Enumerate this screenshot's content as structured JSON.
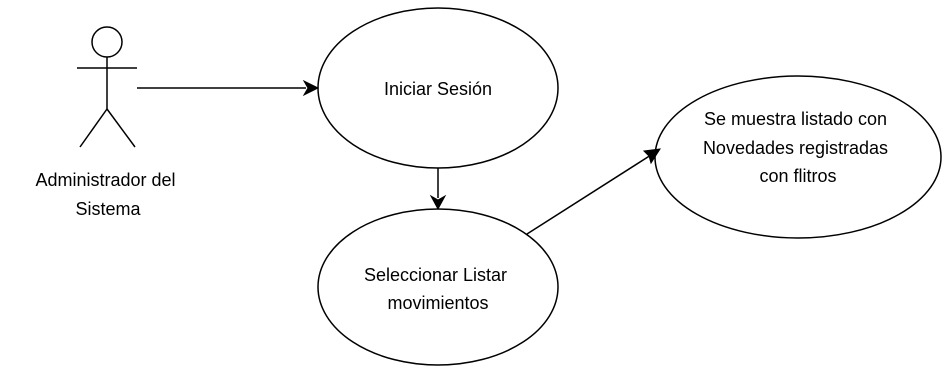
{
  "actor": {
    "name_line1": "Administrador del",
    "name_line2": "Sistema"
  },
  "use_cases": {
    "login": {
      "label": "Iniciar Sesión"
    },
    "select_list": {
      "label_line1": "Seleccionar Listar",
      "label_line2": "movimientos"
    },
    "show_list": {
      "label_line1": "Se muestra listado con",
      "label_line2": "Novedades registradas",
      "label_line3": "con flitros"
    }
  },
  "relations": [
    {
      "from": "actor",
      "to": "login"
    },
    {
      "from": "login",
      "to": "select_list"
    },
    {
      "from": "select_list",
      "to": "show_list"
    }
  ],
  "colors": {
    "stroke": "#000000",
    "fill": "#ffffff",
    "text": "#000000"
  }
}
